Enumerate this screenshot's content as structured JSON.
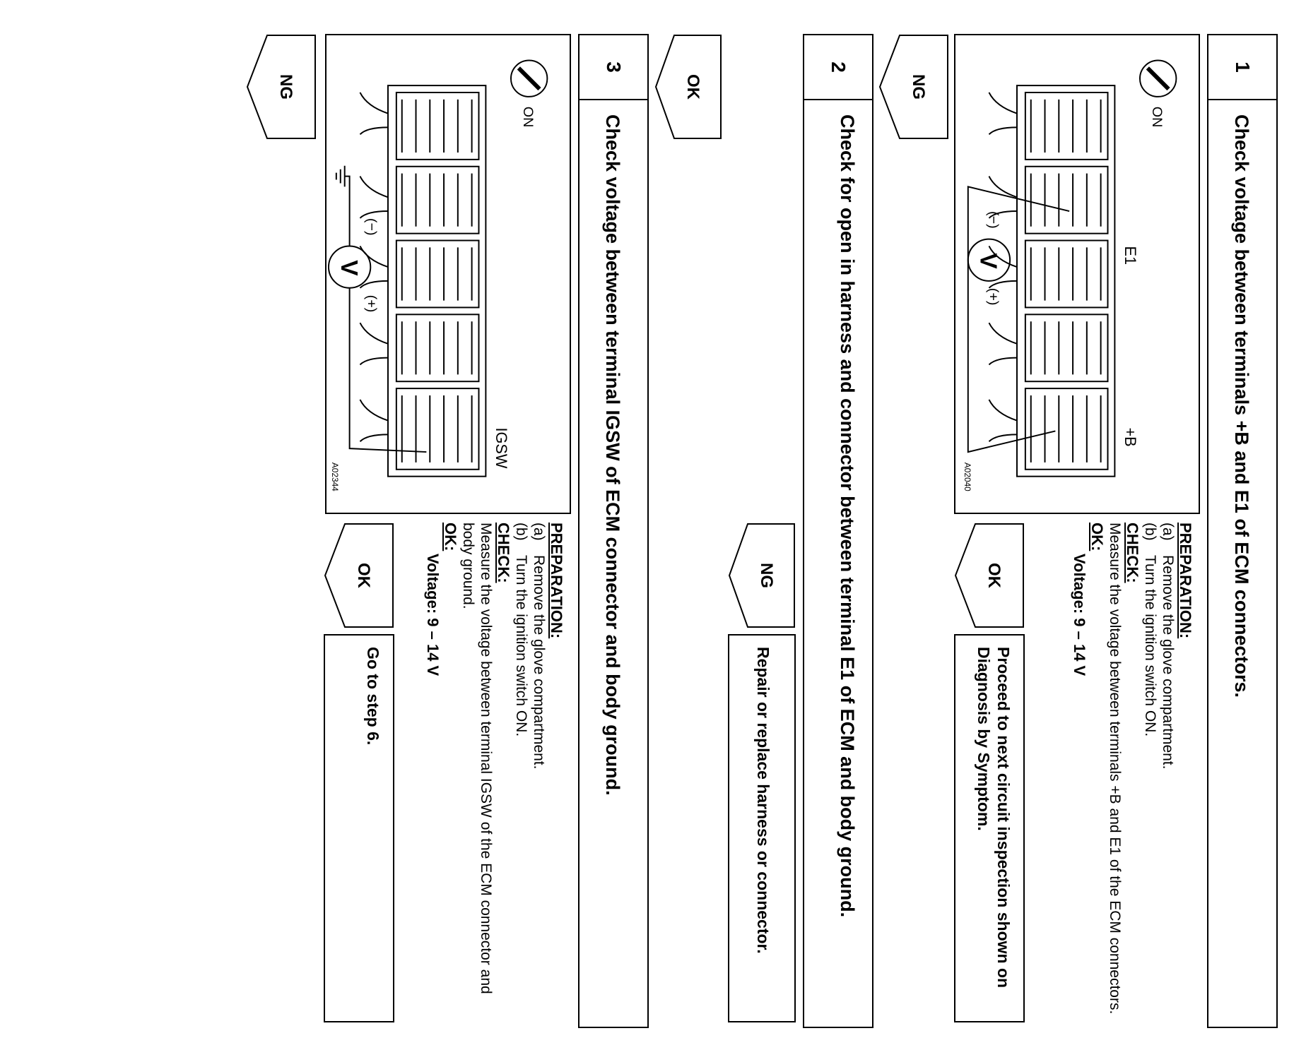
{
  "steps": [
    {
      "number": "1",
      "title": "Check voltage between terminals +B and E1 of ECM connectors.",
      "figure": {
        "switch_label": "ON",
        "terminal_labels": [
          "E1",
          "+B"
        ],
        "meter_symbol": "V",
        "neg_label": "(−)",
        "pos_label": "(+)",
        "code": "A02040"
      },
      "preparation_heading": "PREPARATION:",
      "preparation": [
        {
          "label": "(a)",
          "text": "Remove the glove compartment."
        },
        {
          "label": "(b)",
          "text": "Turn the ignition switch ON."
        }
      ],
      "check_heading": "CHECK:",
      "check_text": "Measure the voltage between terminals +B and E1 of the ECM connectors.",
      "ok_heading": "OK:",
      "ok_spec": "Voltage: 9 – 14 V",
      "ok_arrow": "OK",
      "ok_result": "Proceed to next circuit inspection shown on Diagnosis by Symptom.",
      "ng_arrow": "NG"
    },
    {
      "number": "2",
      "title": "Check for open in harness and connector between terminal E1 of ECM and body ground.",
      "ng_arrow": "NG",
      "ng_result": "Repair or replace harness or connector.",
      "ok_arrow": "OK"
    },
    {
      "number": "3",
      "title": "Check voltage between terminal IGSW of ECM connector and body ground.",
      "figure": {
        "switch_label": "ON",
        "terminal_labels": [
          "IGSW"
        ],
        "meter_symbol": "V",
        "neg_label": "(−)",
        "pos_label": "(+)",
        "code": "A02344"
      },
      "preparation_heading": "PREPARATION:",
      "preparation": [
        {
          "label": "(a)",
          "text": "Remove the glove compartment."
        },
        {
          "label": "(b)",
          "text": "Turn the ignition switch ON."
        }
      ],
      "check_heading": "CHECK:",
      "check_text": "Measure the voltage between terminal IGSW of the ECM connector and body ground.",
      "ok_heading": "OK:",
      "ok_spec": "Voltage: 9 – 14 V",
      "ok_arrow": "OK",
      "ok_result": "Go to step 6.",
      "ng_arrow": "NG"
    }
  ]
}
